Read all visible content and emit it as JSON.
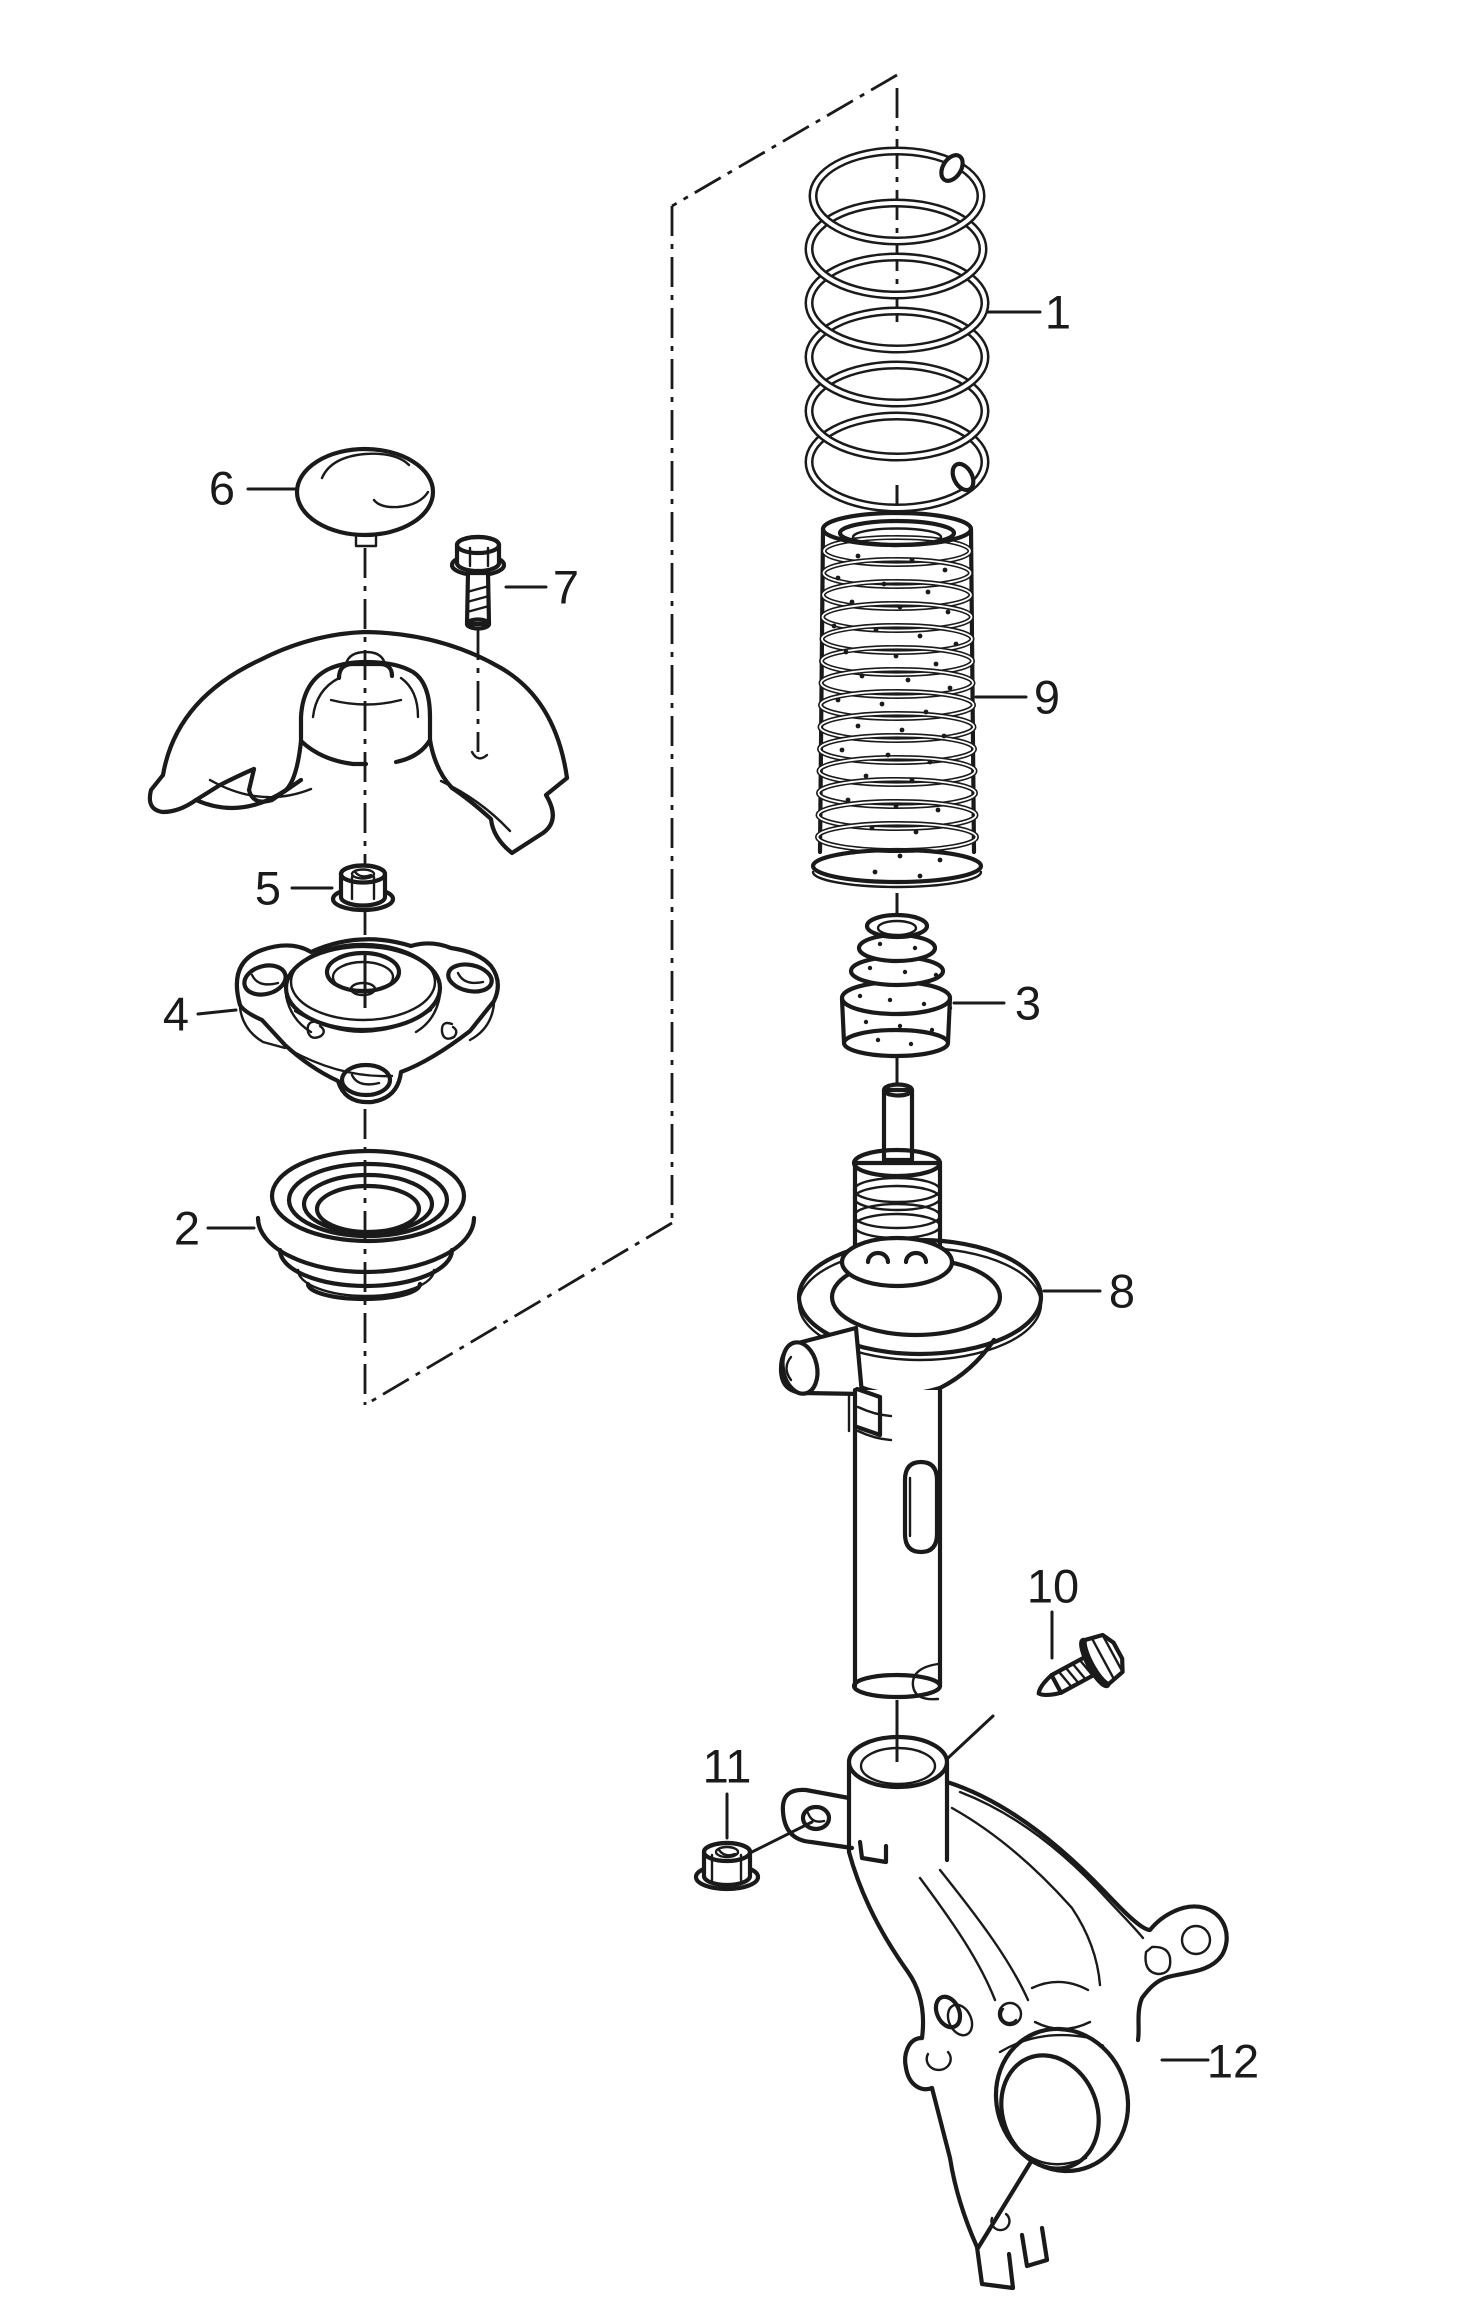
{
  "diagram": {
    "background": "#ffffff",
    "line_color": "#1a1a1a",
    "type": "exploded-parts-diagram",
    "subject": "front-suspension-strut-assembly",
    "callouts": [
      {
        "number": "1",
        "name": "coil-spring"
      },
      {
        "number": "2",
        "name": "strut-bearing"
      },
      {
        "number": "3",
        "name": "bump-stop"
      },
      {
        "number": "4",
        "name": "strut-mount"
      },
      {
        "number": "5",
        "name": "hex-nut-upper"
      },
      {
        "number": "6",
        "name": "cover-cap"
      },
      {
        "number": "7",
        "name": "mount-bolt"
      },
      {
        "number": "8",
        "name": "shock-absorber-strut"
      },
      {
        "number": "9",
        "name": "protective-boot"
      },
      {
        "number": "10",
        "name": "clamp-bolt"
      },
      {
        "number": "11",
        "name": "clamp-nut"
      },
      {
        "number": "12",
        "name": "wheel-knuckle"
      }
    ]
  }
}
